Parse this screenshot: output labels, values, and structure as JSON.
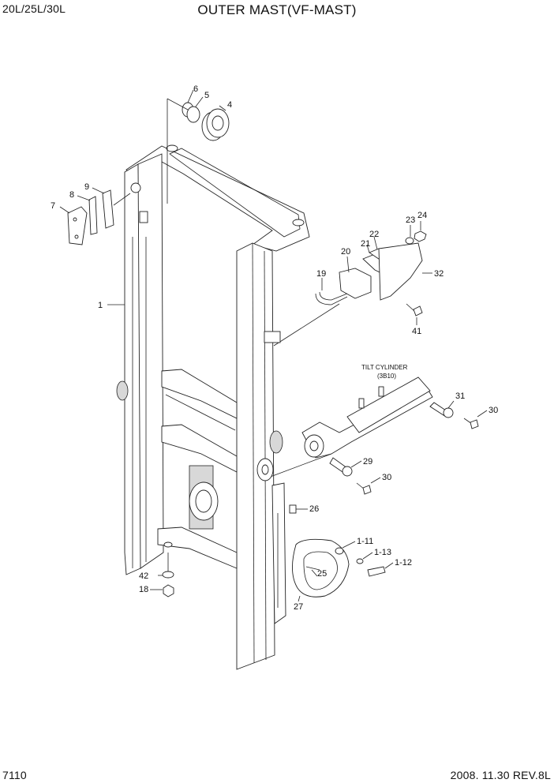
{
  "header": {
    "model": "20L/25L/30L",
    "title": "OUTER MAST(VF-MAST)"
  },
  "footer": {
    "page_number": "7110",
    "revision": "2008. 11.30  REV.8L"
  },
  "notes": {
    "tilt_cylinder": "TILT CYLINDER",
    "tilt_ref": "(3B10)"
  },
  "callouts": {
    "c1": "1",
    "c4": "4",
    "c5": "5",
    "c6": "6",
    "c7": "7",
    "c8": "8",
    "c9": "9",
    "c18": "18",
    "c19": "19",
    "c20": "20",
    "c21": "21",
    "c22": "22",
    "c23": "23",
    "c24": "24",
    "c25": "25",
    "c26": "26",
    "c27": "27",
    "c29": "29",
    "c30a": "30",
    "c30b": "30",
    "c31": "31",
    "c32": "32",
    "c41": "41",
    "c42": "42",
    "c1_11": "1-11",
    "c1_12": "1-12",
    "c1_13": "1-13"
  }
}
